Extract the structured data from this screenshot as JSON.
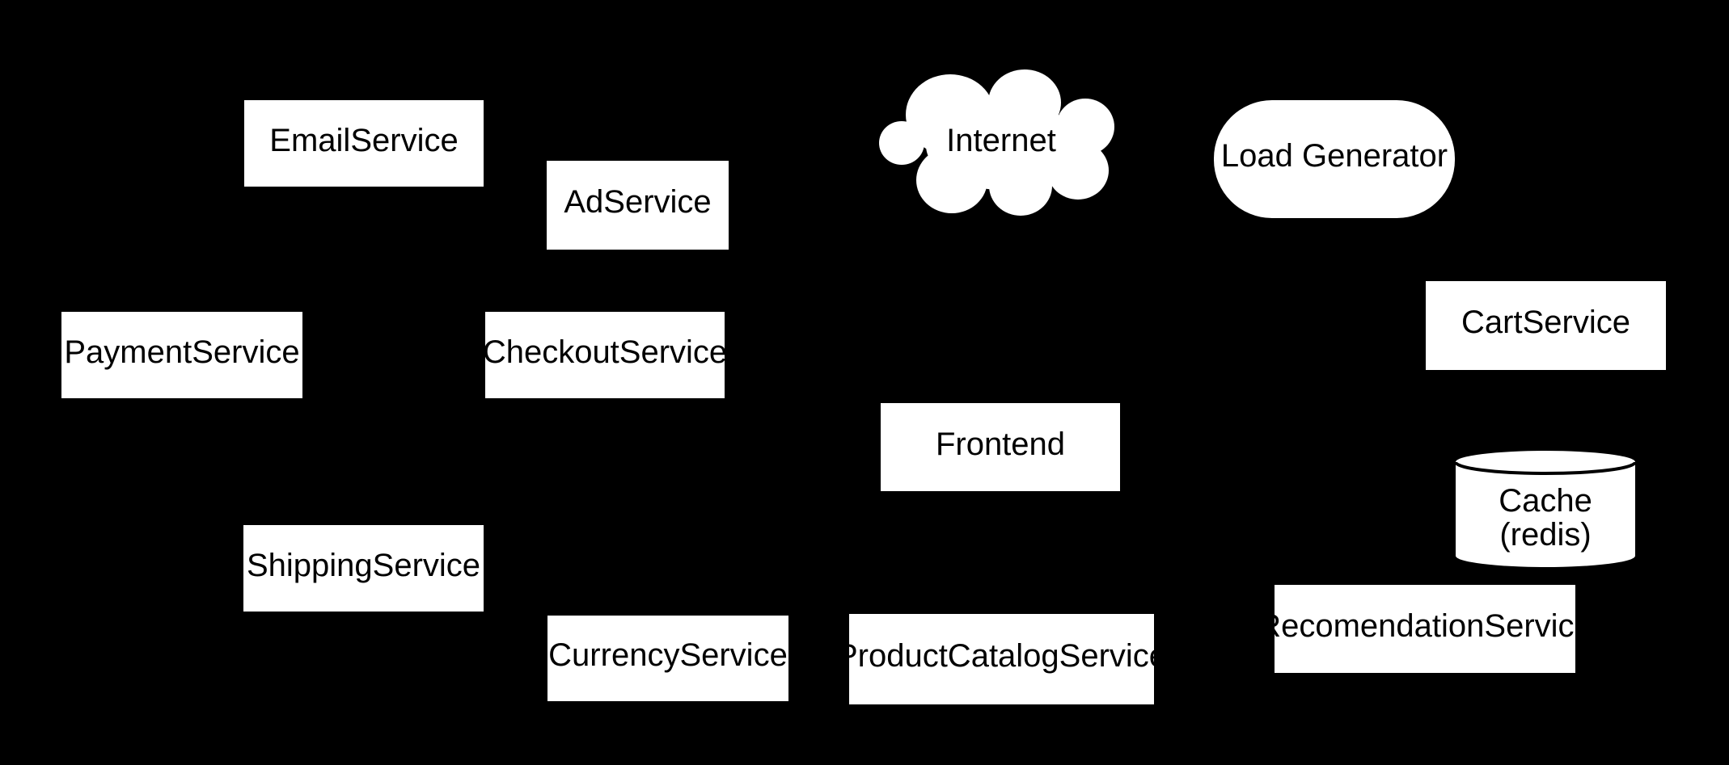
{
  "diagram": {
    "colors": {
      "background": "#000000",
      "node_fill": "#ffffff",
      "node_text": "#000000",
      "cylinder_outline": "#000000"
    },
    "nodes": [
      {
        "id": "email-service",
        "label": "EmailService",
        "shape": "box"
      },
      {
        "id": "ad-service",
        "label": "AdService",
        "shape": "box"
      },
      {
        "id": "internet",
        "label": "Internet",
        "shape": "cloud"
      },
      {
        "id": "load-generator",
        "label": "Load Generator",
        "shape": "rounded-box"
      },
      {
        "id": "payment-service",
        "label": "PaymentService",
        "shape": "box"
      },
      {
        "id": "checkout-service",
        "label": "CheckoutService",
        "shape": "box"
      },
      {
        "id": "cart-service",
        "label": "CartService",
        "shape": "box"
      },
      {
        "id": "frontend",
        "label": "Frontend",
        "shape": "box"
      },
      {
        "id": "cache",
        "label": "Cache",
        "sublabel": "(redis)",
        "shape": "cylinder"
      },
      {
        "id": "shipping-service",
        "label": "ShippingService",
        "shape": "box"
      },
      {
        "id": "currency-service",
        "label": "CurrencyService",
        "shape": "box"
      },
      {
        "id": "product-catalog-service",
        "label": "ProductCatalogService",
        "shape": "box"
      },
      {
        "id": "recomendation-service",
        "label": "RecomendationService",
        "shape": "box"
      }
    ]
  }
}
